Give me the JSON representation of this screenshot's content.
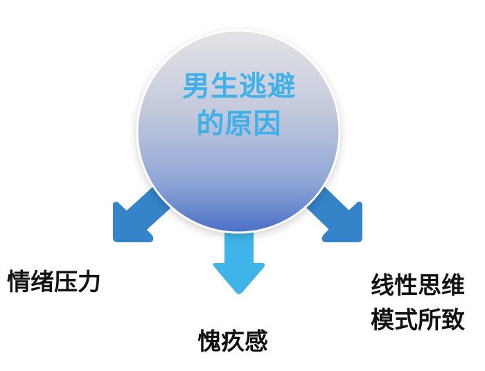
{
  "center": {
    "line1": "男生逃避",
    "line2": "的原因"
  },
  "branches": [
    {
      "label": "情绪压力"
    },
    {
      "label": "愧疚感"
    },
    {
      "line1": "线性思维",
      "line2": "模式所致"
    }
  ],
  "colors": {
    "arrow_side": "#3583c8",
    "arrow_center": "#3fb4e8",
    "title": "#3fb0e8",
    "circle_top": "#e2e3e6",
    "circle_bottom": "#4a72c6"
  }
}
